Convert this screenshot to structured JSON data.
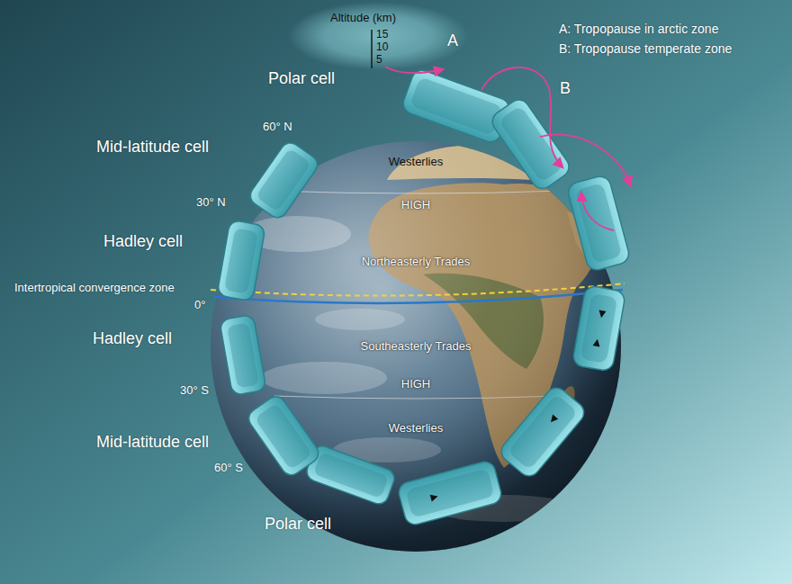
{
  "diagram": {
    "labels": [
      "Altitude (km)",
      "15",
      "10",
      "5",
      "A",
      "A: Tropopause in arctic zone",
      "B: Tropopause temperate zone",
      "Polar cell",
      "B",
      "60° N",
      "Mid-latitude cell",
      "Westerlies",
      "HIGH",
      "30° N",
      "Hadley cell",
      "Northeasterly Trades",
      "Intertropical convergence zone",
      "0°",
      "Hadley cell",
      "Southeasterly Trades",
      "HIGH",
      "30° S",
      "Westerlies",
      "Mid-latitude cell",
      "60° S",
      "Polar cell"
    ]
  }
}
